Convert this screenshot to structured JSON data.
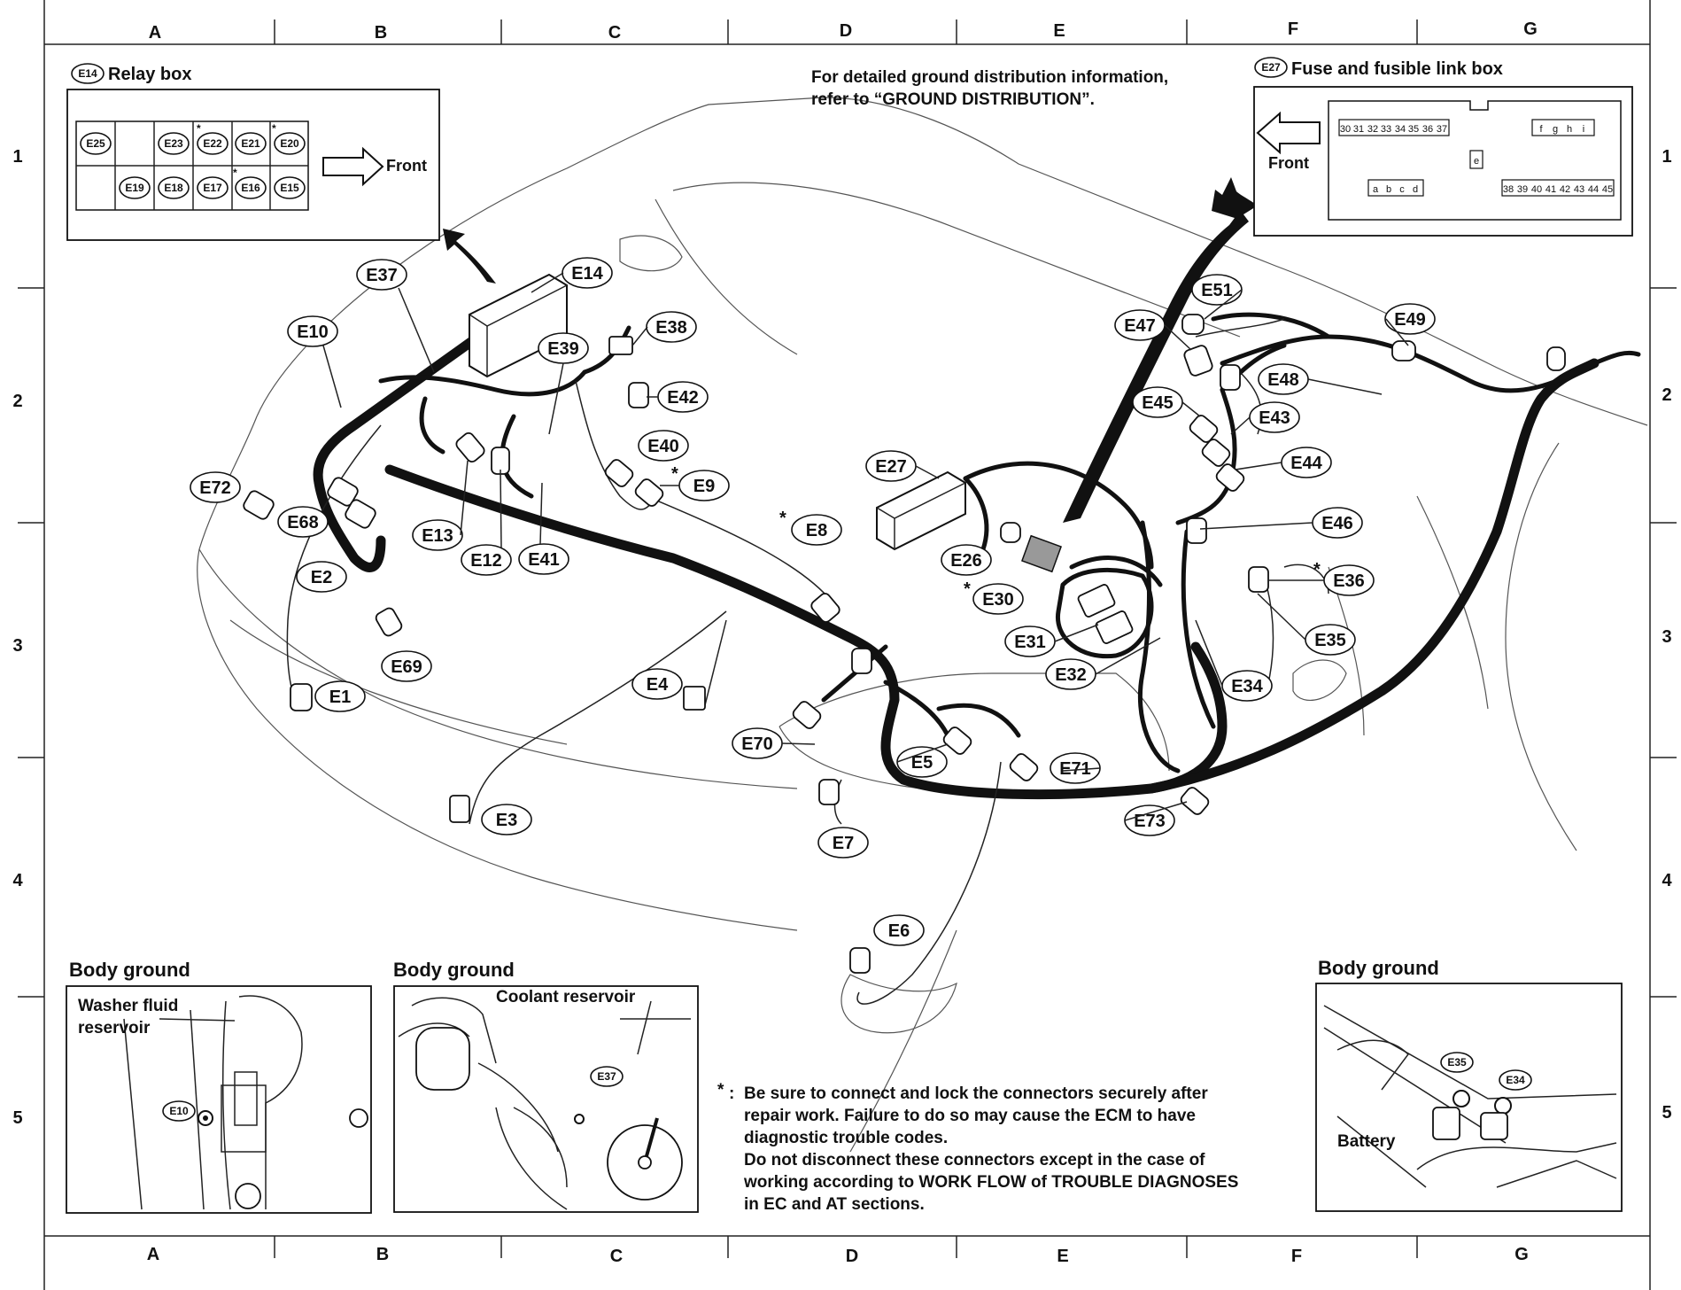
{
  "grid": {
    "columns": [
      "A",
      "B",
      "C",
      "D",
      "E",
      "F",
      "G"
    ],
    "rows": [
      "1",
      "2",
      "3",
      "4",
      "5"
    ]
  },
  "relay_box": {
    "badge": "E14",
    "title": "Relay box",
    "front_label": "Front",
    "row1": [
      "E25",
      "",
      "E23",
      "E22",
      "E21",
      "E20"
    ],
    "row2": [
      "",
      "E19",
      "E18",
      "E17",
      "E16",
      "E15"
    ],
    "star": "*"
  },
  "fuse_box": {
    "badge": "E27",
    "title": "Fuse and fusible link box",
    "front_label": "Front",
    "top_fuses": [
      "30",
      "31",
      "32",
      "33",
      "34",
      "35",
      "36",
      "37"
    ],
    "right_top": [
      "f",
      "g",
      "h",
      "i"
    ],
    "middle": "e",
    "bottom_left": [
      "a",
      "b",
      "c",
      "d"
    ],
    "bottom_right": [
      "38",
      "39",
      "40",
      "41",
      "42",
      "43",
      "44",
      "45"
    ]
  },
  "ground_note": {
    "line1": "For detailed ground distribution information,",
    "line2": "refer to “GROUND DISTRIBUTION”."
  },
  "connectors": [
    {
      "label": "E37",
      "star": ""
    },
    {
      "label": "E14",
      "star": ""
    },
    {
      "label": "E10",
      "star": ""
    },
    {
      "label": "E38",
      "star": ""
    },
    {
      "label": "E39",
      "star": ""
    },
    {
      "label": "E42",
      "star": ""
    },
    {
      "label": "E40",
      "star": ""
    },
    {
      "label": "E9",
      "star": "*"
    },
    {
      "label": "E72",
      "star": ""
    },
    {
      "label": "E68",
      "star": ""
    },
    {
      "label": "E13",
      "star": ""
    },
    {
      "label": "E12",
      "star": ""
    },
    {
      "label": "E41",
      "star": ""
    },
    {
      "label": "E2",
      "star": ""
    },
    {
      "label": "E8",
      "star": "*"
    },
    {
      "label": "E69",
      "star": ""
    },
    {
      "label": "E1",
      "star": ""
    },
    {
      "label": "E4",
      "star": ""
    },
    {
      "label": "E70",
      "star": ""
    },
    {
      "label": "E3",
      "star": ""
    },
    {
      "label": "E27",
      "star": ""
    },
    {
      "label": "E26",
      "star": ""
    },
    {
      "label": "E30",
      "star": "*"
    },
    {
      "label": "E31",
      "star": ""
    },
    {
      "label": "E32",
      "star": ""
    },
    {
      "label": "E5",
      "star": ""
    },
    {
      "label": "E71",
      "star": ""
    },
    {
      "label": "E7",
      "star": ""
    },
    {
      "label": "E6",
      "star": ""
    },
    {
      "label": "E51",
      "star": ""
    },
    {
      "label": "E47",
      "star": ""
    },
    {
      "label": "E49",
      "star": ""
    },
    {
      "label": "E48",
      "star": ""
    },
    {
      "label": "E45",
      "star": ""
    },
    {
      "label": "E43",
      "star": ""
    },
    {
      "label": "E44",
      "star": ""
    },
    {
      "label": "E46",
      "star": ""
    },
    {
      "label": "E36",
      "star": "*"
    },
    {
      "label": "E35",
      "star": ""
    },
    {
      "label": "E34",
      "star": ""
    },
    {
      "label": "E73",
      "star": ""
    }
  ],
  "insets": {
    "left": {
      "title": "Body ground",
      "label1": "Washer fluid",
      "label2": "reservoir",
      "connector": "E10"
    },
    "middle": {
      "title": "Body ground",
      "label": "Coolant reservoir",
      "connector": "E37"
    },
    "right": {
      "title": "Body ground",
      "label": "Battery",
      "connector1": "E35",
      "connector2": "E34"
    }
  },
  "footnote": {
    "marker": "*",
    "colon": ":",
    "lines": [
      "Be sure to connect and lock the connectors securely after",
      "repair work. Failure to do so may cause the ECM to have",
      "diagnostic trouble codes.",
      "Do not disconnect these connectors except in the case of",
      "working according to WORK FLOW of TROUBLE DIAGNOSES",
      "in EC and AT sections."
    ]
  }
}
